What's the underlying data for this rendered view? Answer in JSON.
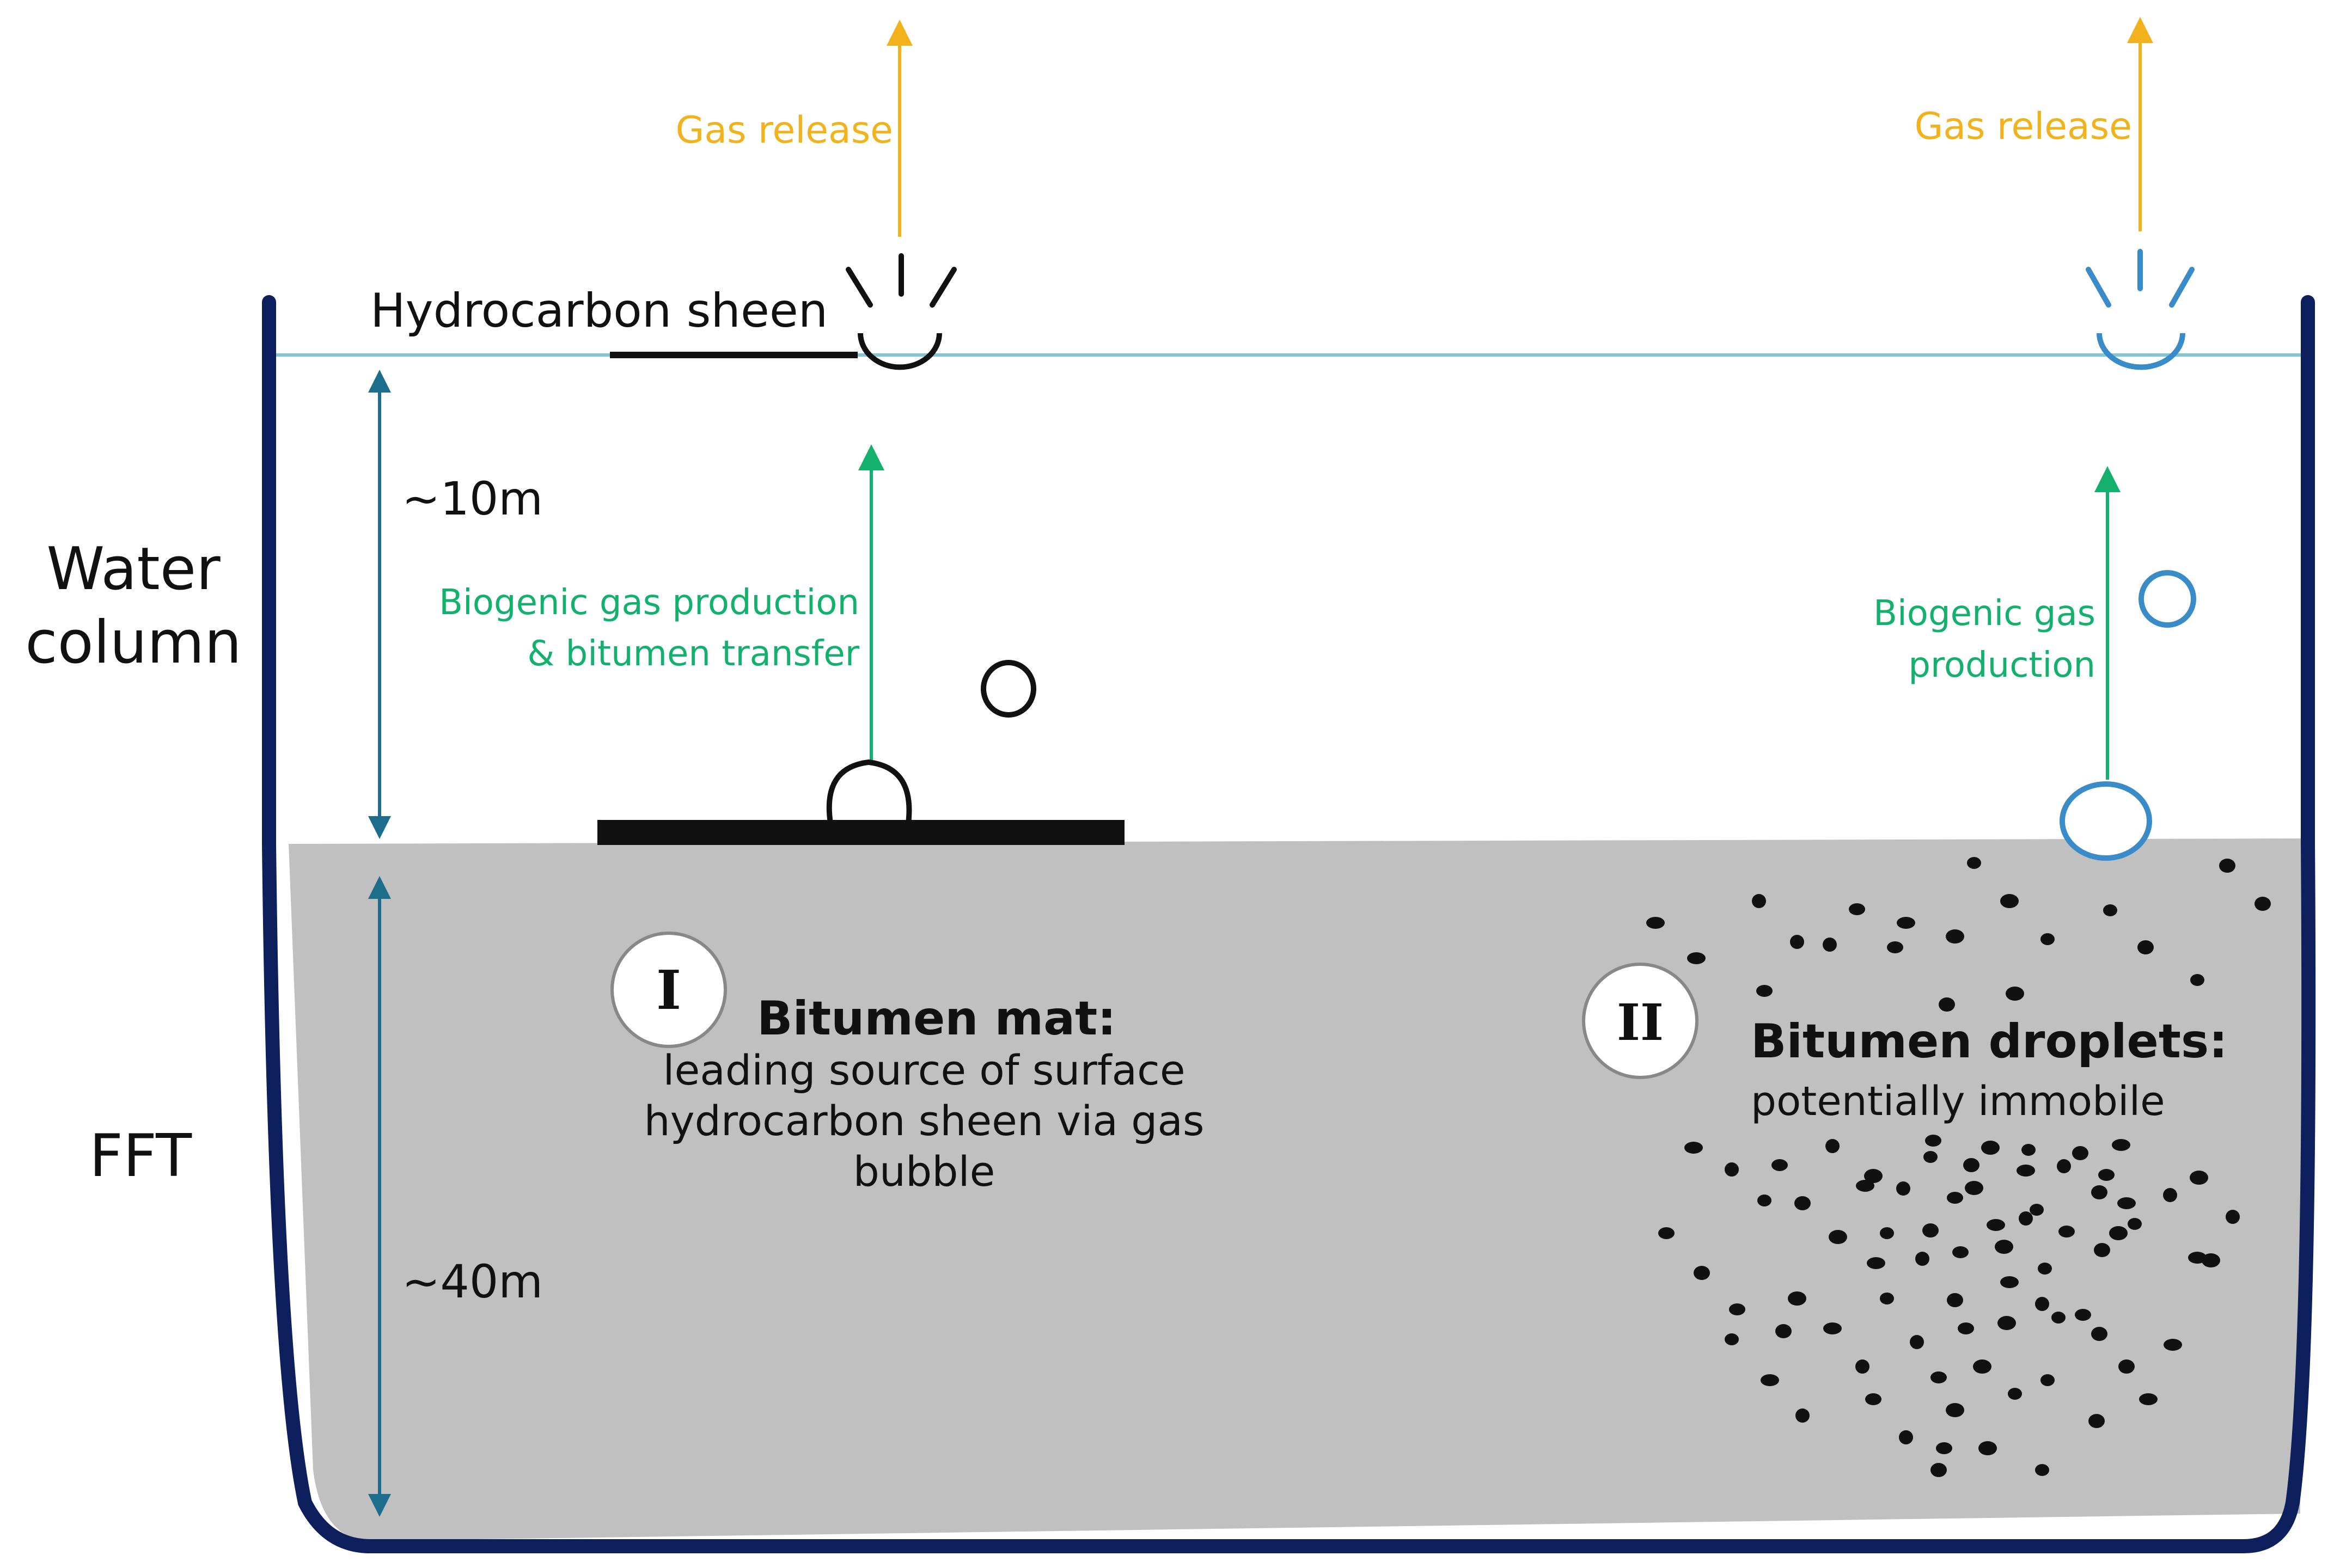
{
  "labels": {
    "water_column_line1": "Water",
    "water_column_line2": "column",
    "fft": "FFT",
    "depth_water": "~10m",
    "depth_fft": "~40m",
    "hydrocarbon_sheen": "Hydrocarbon sheen",
    "gas_release_left": "Gas release",
    "gas_release_right": "Gas release",
    "biogenic_left_line1": "Biogenic gas production",
    "biogenic_left_line2": "& bitumen transfer",
    "biogenic_right_line1": "Biogenic gas",
    "biogenic_right_line2": "production"
  },
  "mechanism_1": {
    "numeral": "I",
    "title": "Bitumen mat:",
    "desc_line1": "leading source of surface",
    "desc_line2": "hydrocarbon sheen via gas",
    "desc_line3": "bubble"
  },
  "mechanism_2": {
    "numeral": "II",
    "title": "Bitumen droplets:",
    "desc_line1": "potentially immobile"
  },
  "colors": {
    "pit_wall": "#0d1f5c",
    "fft_fill": "#c0c0c0",
    "water_surface": "#7fc6d6",
    "depth_arrow": "#1c6e8c",
    "gas_release": "#f2b21c",
    "biogenic": "#14b06e",
    "bubble_right": "#3a8cc8",
    "ink": "#111111"
  }
}
